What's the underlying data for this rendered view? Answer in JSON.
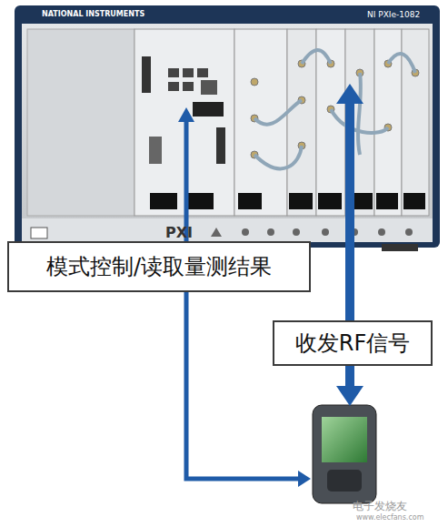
{
  "diagram": {
    "nodes": [
      {
        "text": [
          "模式控制/读取量测结果"
        ]
      },
      {
        "text": [
          "收发RF信号"
        ]
      }
    ],
    "labels": [
      "NATIONAL INSTRUMENTS",
      "NI PXIe-1082",
      "PXI",
      "电子发烧友",
      "www.elecfans.com"
    ]
  }
}
